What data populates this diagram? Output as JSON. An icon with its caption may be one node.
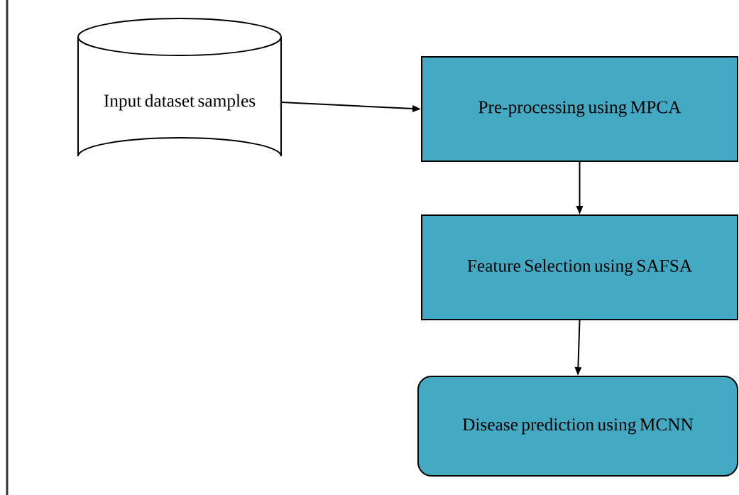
{
  "diagram": {
    "nodes": [
      {
        "text": [
          "Input dataset samples"
        ]
      },
      {
        "text": [
          "Pre-processing using MPCA"
        ]
      },
      {
        "text": [
          "Feature Selection using SAFSA"
        ]
      },
      {
        "text": [
          "Disease prediction using MCNN"
        ]
      }
    ],
    "edges": [
      {
        "from": 0,
        "to": 1,
        "arrow": "to"
      },
      {
        "from": 1,
        "to": 2,
        "arrow": "to"
      },
      {
        "from": 2,
        "to": 3,
        "arrow": "to"
      }
    ]
  }
}
